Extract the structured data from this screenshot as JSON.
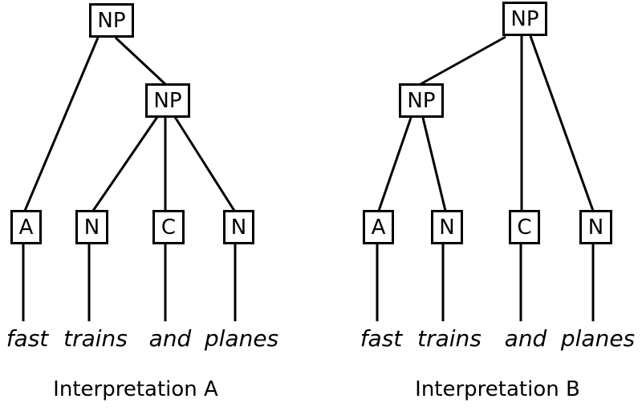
{
  "trees": {
    "a": {
      "caption": "Interpretation A",
      "root_label": "NP",
      "inner_label": "NP",
      "leaves": [
        {
          "label": "A",
          "word": "fast"
        },
        {
          "label": "N",
          "word": "trains"
        },
        {
          "label": "C",
          "word": "and"
        },
        {
          "label": "N",
          "word": "planes"
        }
      ]
    },
    "b": {
      "caption": "Interpretation B",
      "root_label": "NP",
      "inner_label": "NP",
      "leaves": [
        {
          "label": "A",
          "word": "fast"
        },
        {
          "label": "N",
          "word": "trains"
        },
        {
          "label": "C",
          "word": "and"
        },
        {
          "label": "N",
          "word": "planes"
        }
      ]
    }
  },
  "colors": {
    "line": "#000000",
    "background": "#ffffff",
    "text": "#000000"
  }
}
